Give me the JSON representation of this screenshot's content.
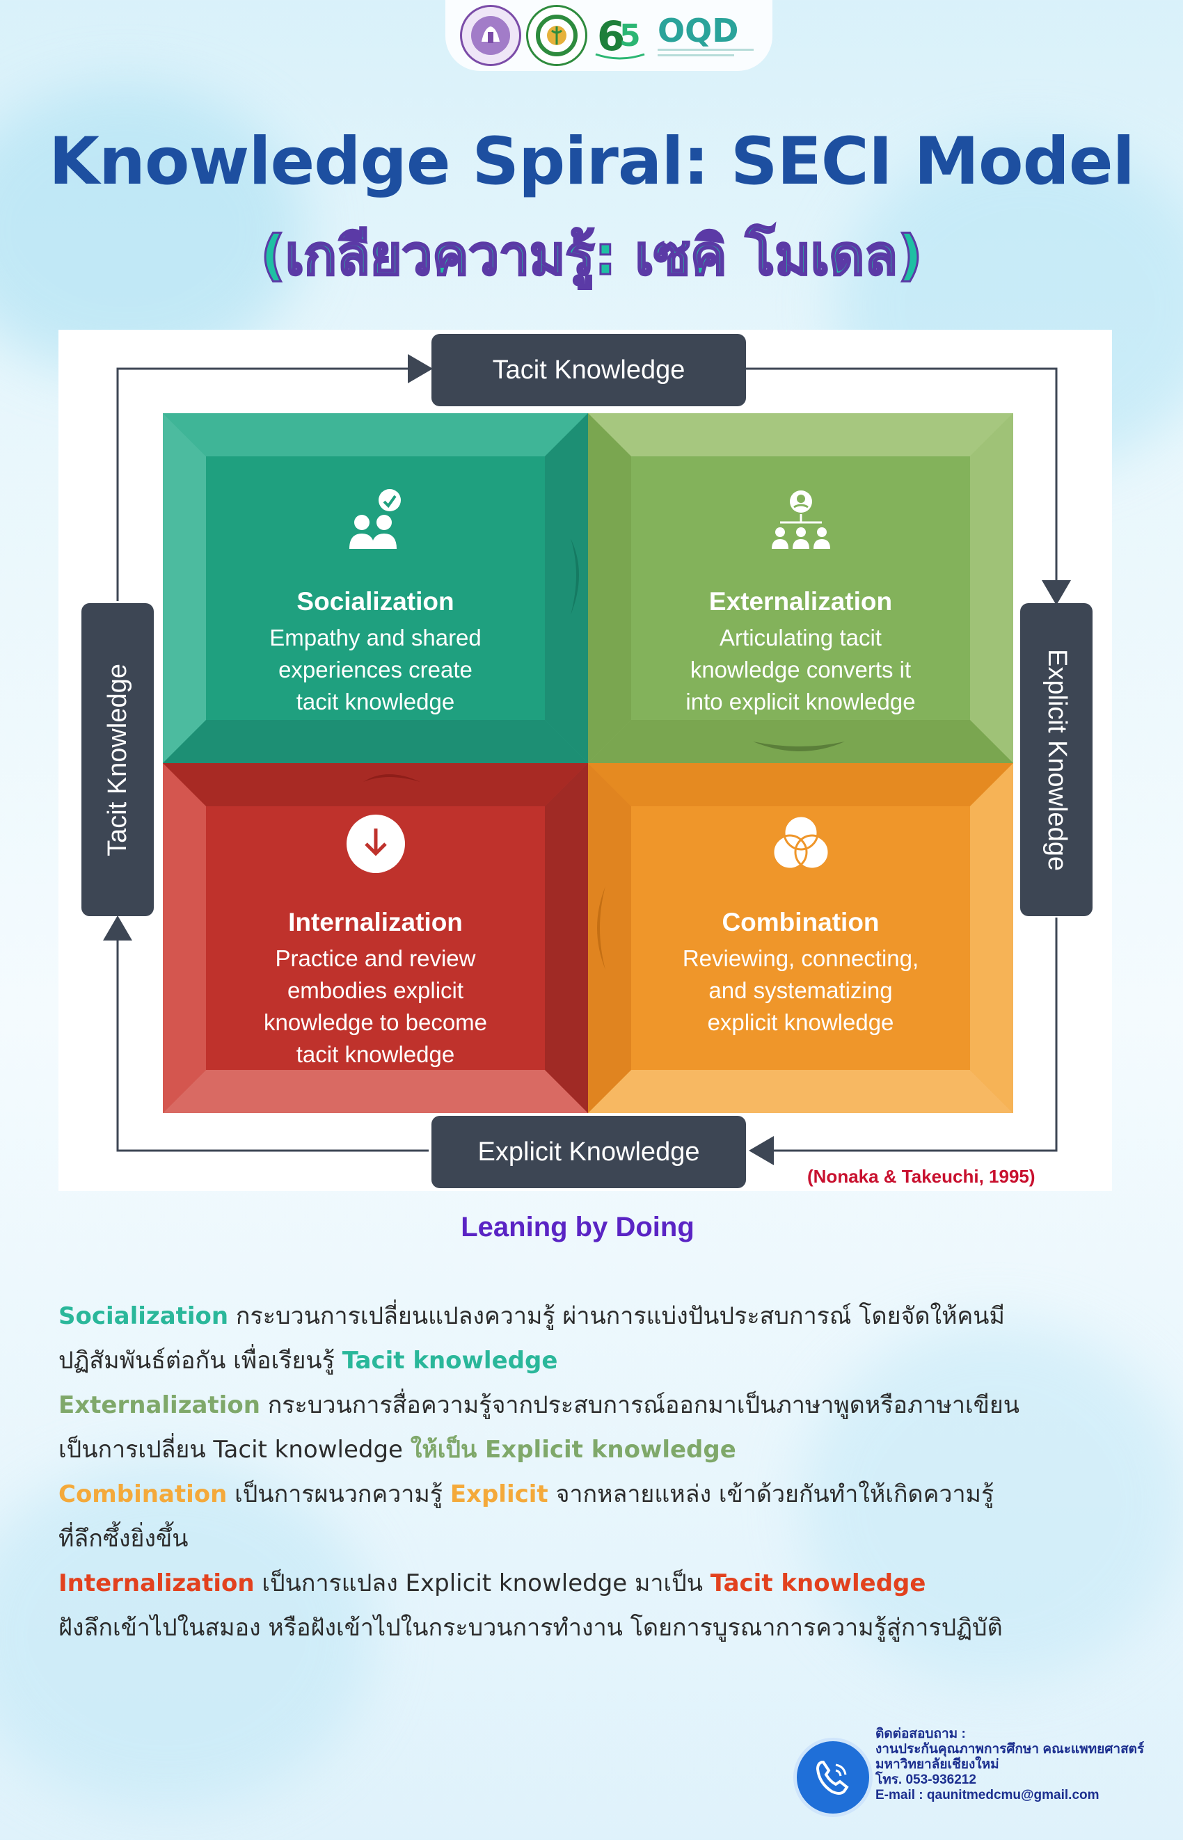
{
  "header": {
    "logos": [
      "university-seal-icon",
      "faculty-of-medicine-seal-icon",
      "65-anniversary-logo",
      "oqd-logo"
    ],
    "oqd_text": "OQD"
  },
  "title": "Knowledge Spiral: SECI Model",
  "subtitle": "(เกลียวความรู้: เซคิ โมเดล)",
  "diagram": {
    "top_label": "Tacit Knowledge",
    "bottom_label": "Explicit Knowledge",
    "left_label": "Tacit Knowledge",
    "right_label": "Explicit Knowledge",
    "quadrants": [
      {
        "title": "Socialization",
        "desc": [
          "Empathy and shared",
          "experiences create",
          "tacit knowledge"
        ],
        "icon": "people-chat-icon",
        "color": "#1fa583"
      },
      {
        "title": "Externalization",
        "desc": [
          "Articulating tacit",
          "knowledge converts it",
          "into explicit knowledge"
        ],
        "icon": "org-chart-icon",
        "color": "#8ab55e"
      },
      {
        "title": "Internalization",
        "desc": [
          "Practice and review",
          "embodies explicit",
          "knowledge to become",
          "tacit knowledge"
        ],
        "icon": "download-circle-icon",
        "color": "#c0332b"
      },
      {
        "title": "Combination",
        "desc": [
          "Reviewing, connecting,",
          "and systematizing",
          "explicit knowledge"
        ],
        "icon": "overlap-circles-icon",
        "color": "#f0982b"
      }
    ],
    "citation": "(Nonaka & Takeuchi, 1995)"
  },
  "motto": "Leaning by Doing",
  "body": {
    "s_term": "Socialization",
    "s_line1": " กระบวนการเปลี่ยนแปลงความรู้ ผ่านการแบ่งปันประสบการณ์ โดยจัดให้คนมี",
    "s_line2": "ปฏิสัมพันธ์ต่อกัน เพื่อเรียนรู้ ",
    "s_tacit": "Tacit knowledge",
    "e_term": "Externalization",
    "e_line1": " กระบวนการสื่อความรู้จากประสบการณ์ออกมาเป็นภาษาพูดหรือภาษาเขียน",
    "e_line2": "เป็นการเปลี่ยน Tacit knowledge ",
    "e_explicit": "ให้เป็น Explicit knowledge",
    "c_term": "Combination",
    "c_line1a": " เป็นการผนวกความรู้ ",
    "c_explicit": "Explicit",
    "c_line1b": " จากหลายแหล่ง เข้าด้วยกันทำให้เกิดความรู้",
    "c_line2": "ที่ลึกซึ้งยิ่งขึ้น",
    "i_term": "Internalization",
    "i_line1": " เป็นการแปลง Explicit knowledge มาเป็น ",
    "i_tacit": "Tacit knowledge",
    "i_line2": "ฝังลึกเข้าไปในสมอง หรือฝังเข้าไปในกระบวนการทำงาน โดยการบูรณาการความรู้สู่การปฏิบัติ"
  },
  "contact": {
    "heading": "ติดต่อสอบถาม :",
    "line1": "งานประกันคุณภาพการศึกษา คณะแพทยศาสตร์",
    "line2": "มหาวิทยาลัยเชียงใหม่",
    "phone": "โทร. 053-936212",
    "email": "E-mail : qaunitmedcmu@gmail.com",
    "icon": "phone-icon"
  },
  "colors": {
    "title": "#1d4fa0",
    "subtitle": "#1fc0a3",
    "socialization": "#2ab79a",
    "externalization": "#7fa86a",
    "combination": "#f4a93a",
    "internalization": "#e2411e",
    "motto": "#5a24c4",
    "citation": "#c8102e"
  }
}
